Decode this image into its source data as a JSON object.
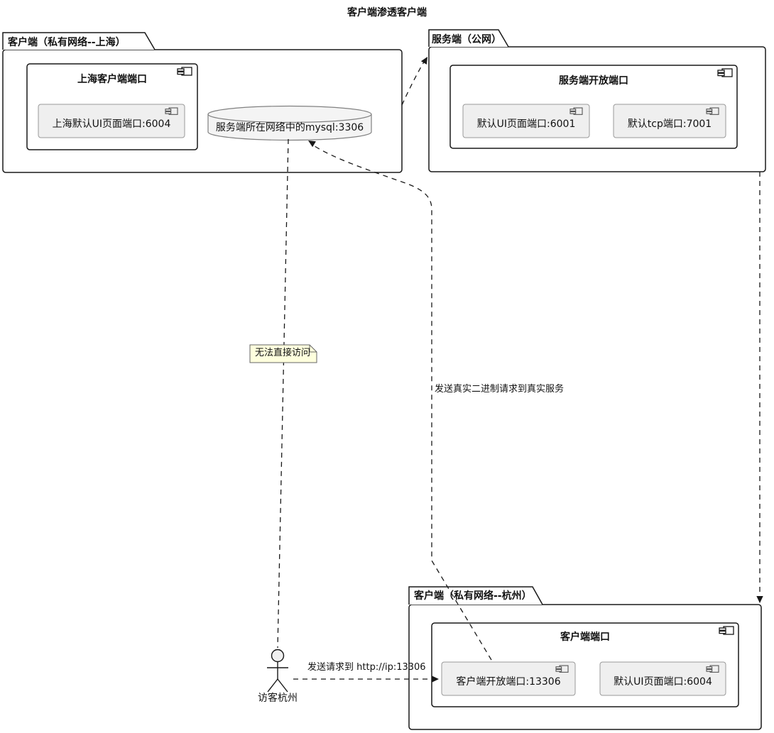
{
  "diagram": {
    "title": "客户端渗透客户端",
    "packages": [
      {
        "label": "客户端（私有网络--上海）",
        "component": {
          "title": "上海客户端端口",
          "ports": [
            "上海默认UI页面端口:6004"
          ]
        }
      },
      {
        "label": "服务端（公网）",
        "component": {
          "title": "服务端开放端口",
          "ports": [
            "默认UI页面端口:6001",
            "默认tcp端口:7001"
          ]
        }
      },
      {
        "label": "客户端（私有网络--杭州）",
        "component": {
          "title": "客户端端口",
          "ports": [
            "客户端开放端口:13306",
            "默认UI页面端口:6004"
          ]
        }
      }
    ],
    "database": {
      "label": "服务端所在网络中的mysql:3306"
    },
    "note": {
      "text": "无法直接访问"
    },
    "actor": {
      "label": "访客杭州"
    },
    "edges": [
      {
        "from": "客户端（私有网络--上海）",
        "to": "服务端（公网）",
        "style": "dashed-arrow",
        "label": ""
      },
      {
        "from": "客户端开放端口:13306",
        "to": "服务端所在网络中的mysql:3306",
        "style": "dashed-arrow",
        "label": "发送真实二进制请求到真实服务"
      },
      {
        "from": "服务端（公网）",
        "to": "客户端（私有网络--杭州）",
        "style": "dashed-arrow",
        "label": ""
      },
      {
        "from": "访客杭州",
        "to": "服务端所在网络中的mysql:3306",
        "style": "dashed-line",
        "label": "无法直接访问"
      },
      {
        "from": "访客杭州",
        "to": "客户端开放端口:13306",
        "style": "dashed-arrow",
        "label": "发送请求到 http://ip:13306"
      }
    ],
    "colors": {
      "background": "#FFFFFF",
      "line": "#181818",
      "port_fill": "#EFEFEF",
      "port_border": "#9A9A9A",
      "note_fill": "#FEFFDD",
      "db_fill": "#F4F4F4"
    }
  }
}
